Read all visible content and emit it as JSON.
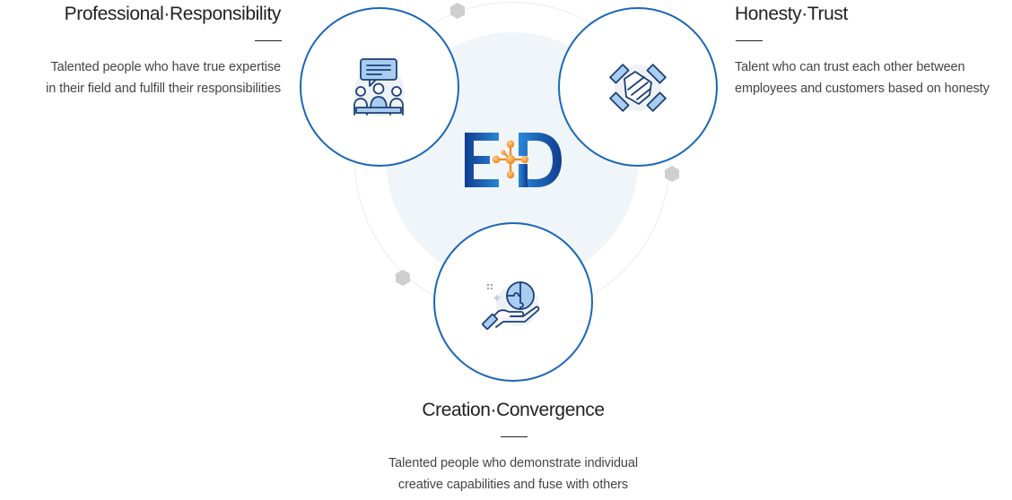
{
  "values": [
    {
      "title": "Professional·Responsibility",
      "desc_lines": [
        "Talented people who have true expertise",
        "in their field and fulfill their responsibilities"
      ],
      "icon": "team-chat-icon"
    },
    {
      "title": "Honesty·Trust",
      "desc_lines": [
        "Talent who can trust each other between",
        "employees and customers based on honesty"
      ],
      "icon": "handshake-icon"
    },
    {
      "title": "Creation·Convergence",
      "desc_lines": [
        "Talented people who demonstrate individual",
        "creative capabilities and fuse with others"
      ],
      "icon": "puzzle-hand-icon"
    }
  ],
  "logo": {
    "icon": "ed-logo",
    "colors": {
      "blue": "#1a5fb4",
      "dark_blue": "#123e8c",
      "orange": "#f08a1c"
    }
  },
  "colors": {
    "ring": "#1a66b8",
    "icon_fill": "#a9cdef",
    "disc": "#f0f5fa",
    "hex": "#cfcfcf"
  }
}
